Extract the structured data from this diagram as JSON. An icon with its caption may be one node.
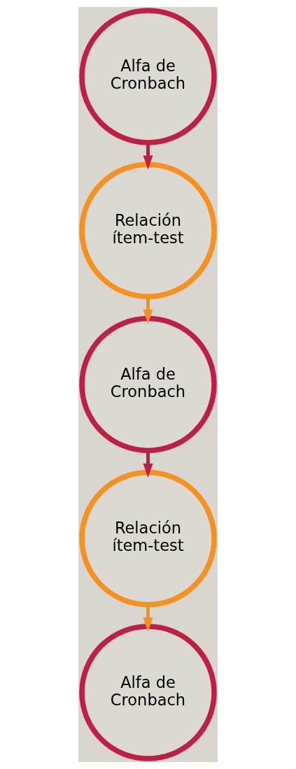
{
  "diagram": {
    "nodes": [
      {
        "text": [
          "Alfa de Cronbach"
        ]
      },
      {
        "text": [
          "Relación ítem-test"
        ]
      },
      {
        "text": [
          "Alfa de Cronbach"
        ]
      },
      {
        "text": [
          "Relación ítem-test"
        ]
      },
      {
        "text": [
          "Alfa de Cronbach"
        ]
      }
    ],
    "edges": [
      {
        "from": 0,
        "to": 1,
        "arrow": "to",
        "color": "#c01f45"
      },
      {
        "from": 1,
        "to": 2,
        "arrow": "to",
        "color": "#f7901e"
      },
      {
        "from": 2,
        "to": 3,
        "arrow": "to",
        "color": "#c01f45"
      },
      {
        "from": 3,
        "to": 4,
        "arrow": "to",
        "color": "#f7901e"
      }
    ]
  }
}
